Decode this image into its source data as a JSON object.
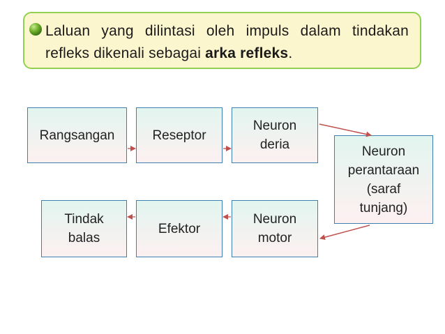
{
  "callout": {
    "text_before": "Laluan yang dilintasi oleh impuls dalam tindakan refleks dikenali sebagai ",
    "term": "arka refleks",
    "text_after": ".",
    "bullet_icon": "green-sphere-bullet"
  },
  "diagram": {
    "boxes": {
      "rangsangan": "Rangsangan",
      "reseptor": "Reseptor",
      "neuron_deria": "Neuron\nderia",
      "neuron_perantaraan": "Neuron\nperantaraan\n(saraf\ntunjang)",
      "neuron_motor": "Neuron\nmotor",
      "efektor": "Efektor",
      "tindak_balas": "Tindak\nbalas"
    },
    "arrow_color": "#c0504d",
    "box_border_color": "#3f7fb0"
  }
}
